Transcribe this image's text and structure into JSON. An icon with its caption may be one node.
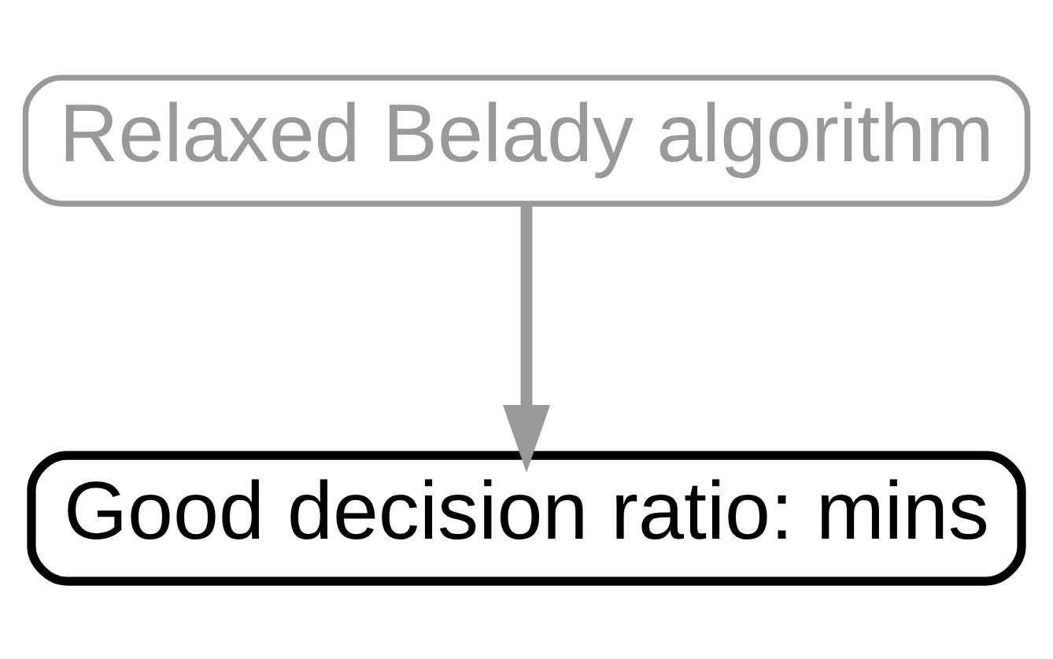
{
  "diagram": {
    "nodes": [
      {
        "text": [
          "Relaxed Belady algorithm"
        ]
      },
      {
        "text": [
          "Good decision ratio: mins"
        ]
      }
    ],
    "edges": [
      {
        "from": 0,
        "to": 1,
        "arrow": "to"
      }
    ]
  }
}
